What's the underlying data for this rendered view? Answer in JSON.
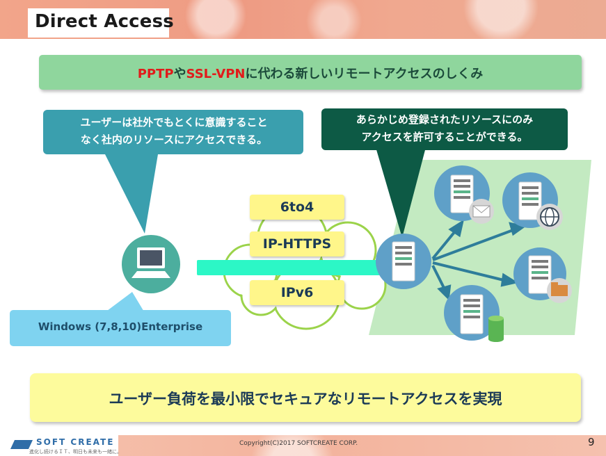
{
  "header": {
    "title": "Direct Access"
  },
  "banner": {
    "part1": "PPTP",
    "part2": "や",
    "part3": "SSL-VPN",
    "part4": "に代わる新しいリモートアクセスのしくみ"
  },
  "callouts": {
    "left_line1": "ユーザーは社外でもとくに意識すること",
    "left_line2": "なく社内のリソースにアクセスできる。",
    "right_line1": "あらかじめ登録されたリソースにのみ",
    "right_line2": "アクセスを許可することができる。"
  },
  "client": {
    "os_label": "Windows (7,8,10)Enterprise"
  },
  "protocols": [
    "6to4",
    "IP-HTTPS",
    "IPv6"
  ],
  "bottom": {
    "message": "ユーザー負荷を最小限でセキュアなリモートアクセスを実現"
  },
  "footer": {
    "logo": "SOFT CREATE",
    "tagline": "進化し続けるＩＴ、明日も未来も一緒に。",
    "copyright": "Copyright(C)2017 SOFTCREATE CORP.",
    "page": "9"
  },
  "colors": {
    "accent_green": "#8fd69d",
    "teal": "#3a9fae",
    "dark_green": "#0d5a45",
    "tunnel": "#2cf7c6",
    "server_blue": "#5fa0c8"
  },
  "icons": [
    "laptop-icon",
    "server-icon",
    "mail-icon",
    "globe-icon",
    "folder-icon",
    "database-icon"
  ]
}
